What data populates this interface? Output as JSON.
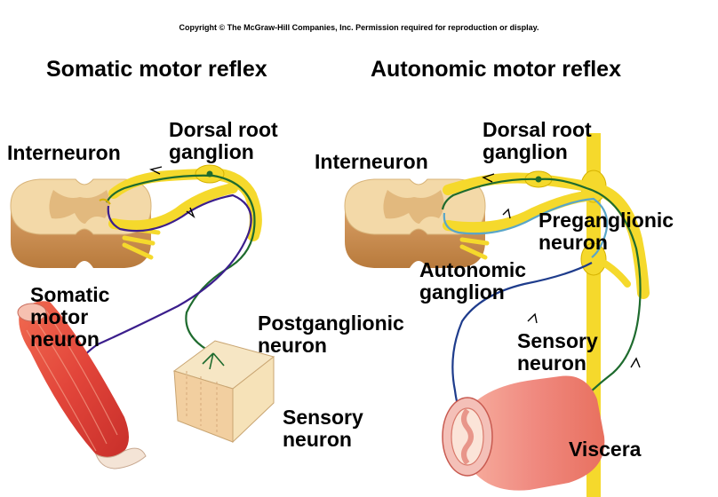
{
  "copyright": "Copyright © The McGraw-Hill Companies, Inc. Permission required for reproduction or display.",
  "left_panel": {
    "title": "Somatic motor reflex",
    "labels": {
      "dorsal_root_ganglion": "Dorsal root\nganglion",
      "interneuron": "Interneuron",
      "somatic_motor_neuron": "Somatic\nmotor\nneuron",
      "postganglionic_neuron": "Postganglionic\nneuron",
      "sensory_neuron": "Sensory\nneuron"
    }
  },
  "right_panel": {
    "title": "Autonomic motor reflex",
    "labels": {
      "dorsal_root_ganglion": "Dorsal root\nganglion",
      "interneuron": "Interneuron",
      "preganglionic_neuron": "Preganglionic\nneuron",
      "autonomic_ganglion": "Autonomic\nganglion",
      "sensory_neuron": "Sensory\nneuron",
      "viscera": "Viscera"
    }
  },
  "colors": {
    "nerve": "#f5d92c",
    "nerve_shade": "#d6b200",
    "spinal_white": "#f3d9a8",
    "spinal_gray": "#e2b97e",
    "sensory_line": "#1e6b2e",
    "motor_line": "#3b1e8c",
    "preganglionic_line": "#5aa6c8",
    "muscle": "#e2453a",
    "viscera": "#f08a80",
    "skin": "#f2cfa0"
  }
}
